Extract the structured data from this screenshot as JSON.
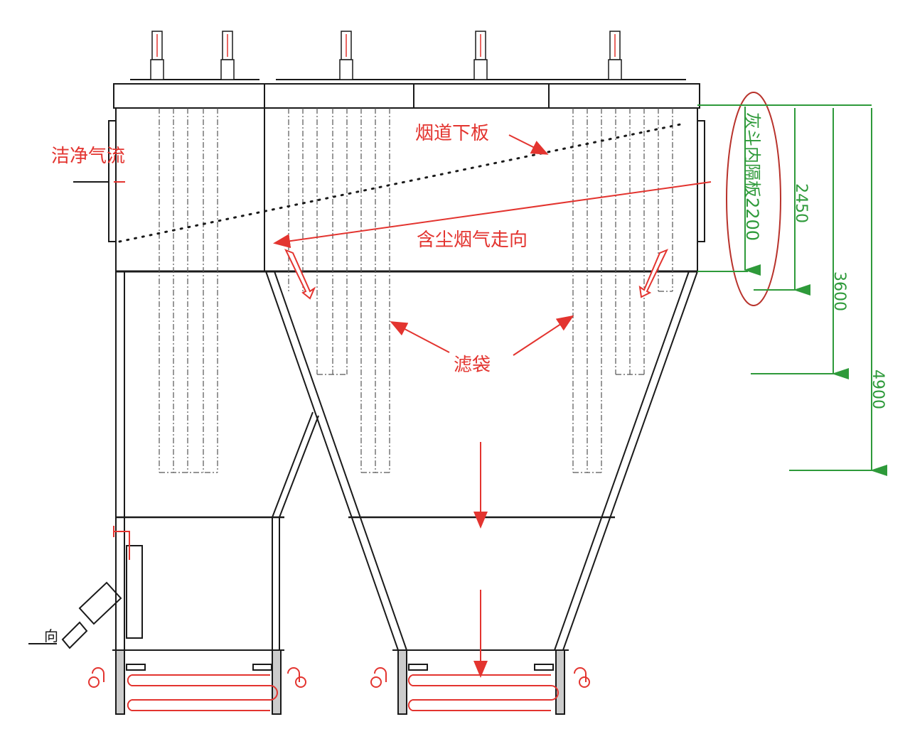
{
  "colors": {
    "structure": "#1a1a1a",
    "annotation": "#e3342f",
    "dimension": "#2e9a3a",
    "bag": "#555555"
  },
  "labels": {
    "clean_airflow": "洁净气流",
    "flue_lower_plate": "烟道下板",
    "dusty_gas_direction": "含尘烟气走向",
    "filter_bags": "滤袋",
    "hopper_partition": "灰斗内隔板2200",
    "direction_marker": "向"
  },
  "dimensions": [
    "2450",
    "3600",
    "4900"
  ]
}
